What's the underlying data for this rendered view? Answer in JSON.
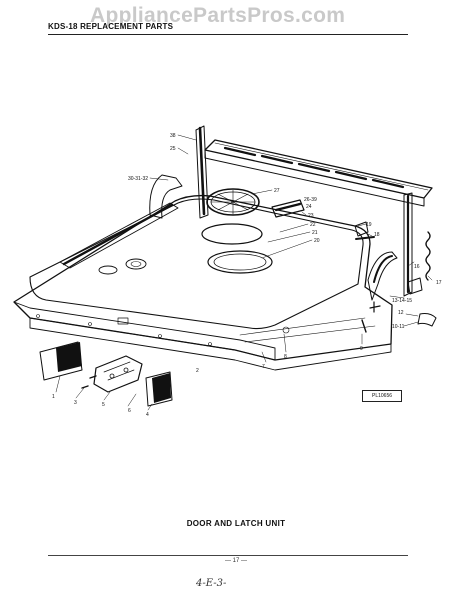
{
  "header": {
    "text": "KDS-18 REPLACEMENT PARTS"
  },
  "watermark": {
    "text": "AppliancePartsPros.com"
  },
  "diagram": {
    "title": "DOOR AND LATCH UNIT",
    "ref_code": "PL10656",
    "callouts": [
      "38",
      "25",
      "30-31-32",
      "27",
      "26-39",
      "24",
      "23",
      "22",
      "21",
      "20",
      "19",
      "18",
      "17",
      "16",
      "13-14-15",
      "12",
      "10-11",
      "9",
      "8",
      "7",
      "6",
      "5",
      "4",
      "3",
      "2",
      "1"
    ]
  },
  "footer": {
    "page_number": "— 17 —",
    "handwritten": "4-E-3-"
  }
}
